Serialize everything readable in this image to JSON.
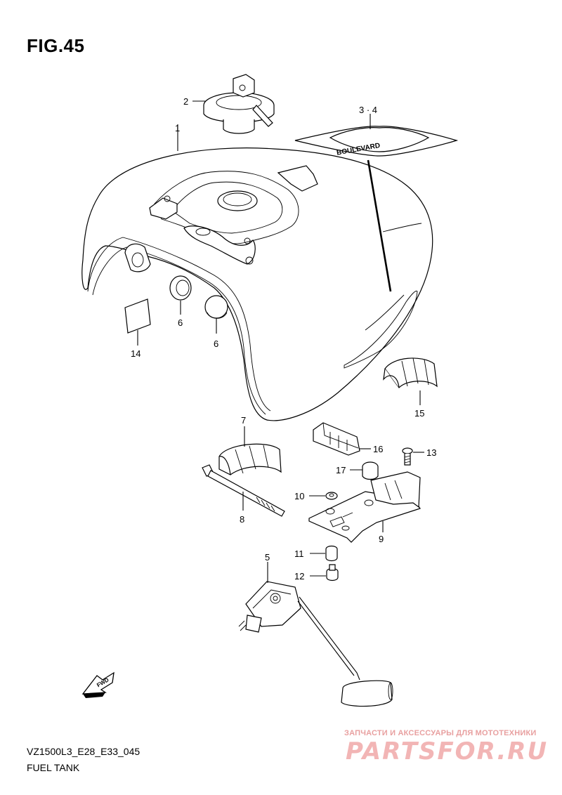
{
  "figure": {
    "title": "FIG.45",
    "code": "VZ1500L3_E28_E33_045",
    "caption": "FUEL TANK"
  },
  "watermark": {
    "subtitle": "ЗАПЧАСТИ И АКСЕССУАРЫ ДЛЯ МОТОТЕХНИКИ",
    "brand": "PARTSFOR.RU"
  },
  "decal_text": "BOULEVARD",
  "fwd_label": "FWD",
  "callouts": {
    "c1": "1",
    "c2": "2",
    "c34": "3 · 4",
    "c5": "5",
    "c6a": "6",
    "c6b": "6",
    "c7": "7",
    "c8": "8",
    "c9": "9",
    "c10": "10",
    "c11": "11",
    "c12": "12",
    "c13": "13",
    "c14": "14",
    "c15": "15",
    "c16": "16",
    "c17": "17"
  }
}
